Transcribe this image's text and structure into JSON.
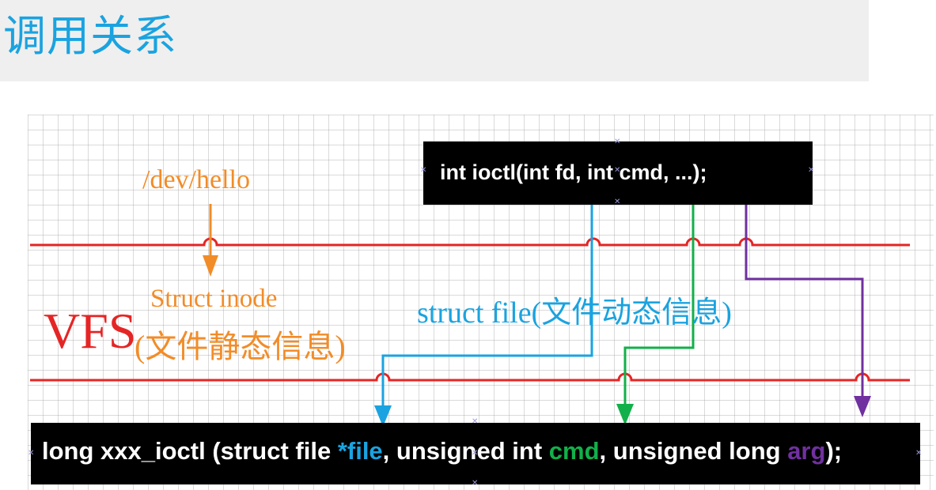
{
  "header": {
    "title": "调用关系"
  },
  "diagram": {
    "top_call": "int ioctl(int fd, int cmd, ...);",
    "dev_path": "/dev/hello",
    "inode_label": "Struct inode",
    "inode_desc": "(文件静态信息)",
    "vfs_label": "VFS",
    "file_label": "struct file(文件动态信息)",
    "bottom_call": {
      "prefix": "long xxx_ioctl (struct file ",
      "file_arg": "*file",
      "mid1": ", unsigned int ",
      "cmd_arg": "cmd",
      "mid2": ", unsigned long ",
      "arg_arg": "arg",
      "suffix": ");"
    }
  },
  "colors": {
    "title": "#1aa3e0",
    "vfs_line": "#e52525",
    "inode": "#f28c28",
    "file_arrow": "#1aa3e0",
    "cmd_arrow": "#12b04a",
    "arg_arrow": "#7030a0"
  }
}
